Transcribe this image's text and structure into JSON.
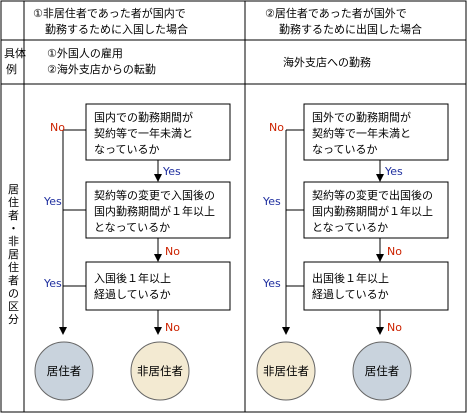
{
  "header": {
    "left": [
      "①非居住者であった者が国内で",
      "勤務するために入国した場合"
    ],
    "right": [
      "②居住者であった者が国外で",
      "勤務するために出国した場合"
    ]
  },
  "example": {
    "label": [
      "具体",
      "例"
    ],
    "left": [
      "①外国人の雇用",
      "②海外支店からの転勤"
    ],
    "right": "海外支店への勤務"
  },
  "section_label": [
    "居",
    "住",
    "者",
    "・",
    "非",
    "居",
    "住",
    "者",
    "の",
    "区",
    "分"
  ],
  "left_flow": {
    "q1": [
      "国内での勤務期間が",
      "契約等で一年未満と",
      "なっているか"
    ],
    "q2": [
      "契約等の変更で入国後の",
      "国内勤務期間が１年以上",
      "となっているか"
    ],
    "q3": [
      "入国後１年以上",
      "経過しているか"
    ],
    "res_left": "居住者",
    "res_right": "非居住者"
  },
  "right_flow": {
    "q1": [
      "国外での勤務期間が",
      "契約等で一年未満と",
      "なっているか"
    ],
    "q2": [
      "契約等の変更で出国後の",
      "国内勤務期間が１年以上",
      "となっているか"
    ],
    "q3": [
      "出国後１年以上",
      "経過しているか"
    ],
    "res_left": "非居住者",
    "res_right": "居住者"
  },
  "labels": {
    "yes": "Yes",
    "no": "No"
  },
  "colors": {
    "resident": "#c9d3dd",
    "nonresident": "#f3ead2",
    "yes": "#1f2f9f",
    "no": "#cc2200"
  }
}
